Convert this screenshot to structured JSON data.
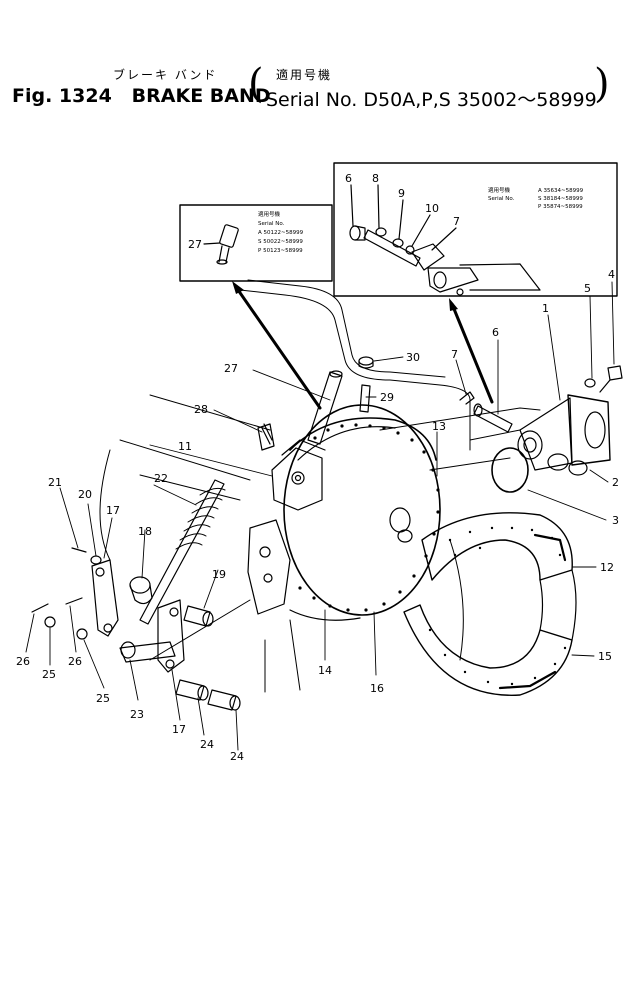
{
  "header": {
    "jp_title": "ブレーキ バンド",
    "jp_serial": "適用号機",
    "fig_label": "Fig. 1324",
    "title": "BRAKE BAND",
    "serial_prefix": "Serial No.",
    "serial_range": "D50A,P,S 35002～58999"
  },
  "insets": {
    "left": {
      "jp": "適用号機",
      "serial_label": "Serial No.",
      "rows": [
        "A 50122~58999",
        "S 50022~58999",
        "P 50123~58999"
      ],
      "part": "27"
    },
    "right": {
      "jp": "適用号機",
      "serial_label": "Serial No.",
      "rows": [
        "A 35634~58999",
        "S 38184~58999",
        "P 35874~58999"
      ],
      "parts": [
        "6",
        "8",
        "9",
        "10",
        "7"
      ]
    }
  },
  "callouts": [
    "1",
    "2",
    "3",
    "4",
    "5",
    "6",
    "7",
    "11",
    "12",
    "13",
    "14",
    "15",
    "16",
    "17",
    "17",
    "18",
    "19",
    "20",
    "21",
    "22",
    "23",
    "24",
    "24",
    "25",
    "25",
    "26",
    "26",
    "27",
    "28",
    "29",
    "30"
  ],
  "colors": {
    "ink": "#000000",
    "paper": "#ffffff"
  }
}
